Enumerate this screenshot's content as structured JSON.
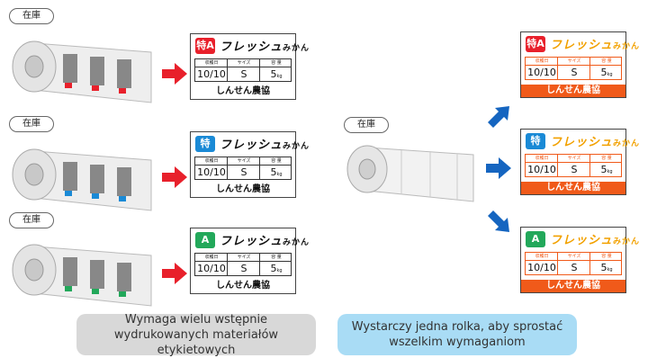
{
  "stock_label": "在庫",
  "brand_text": "フレッシュ",
  "brand_suffix": "みかん",
  "field_headers": {
    "harvest": "収穫日",
    "size": "サイズ",
    "capacity": "容 量"
  },
  "field_values": {
    "harvest": "10/10",
    "size": "S",
    "capacity": "5",
    "unit": "kg"
  },
  "coop_name": "しんせん農協",
  "grades": [
    {
      "badge": "特A",
      "color": "#e8202b"
    },
    {
      "badge": "特",
      "color": "#1a8ad6"
    },
    {
      "badge": "A",
      "color": "#22a85a"
    }
  ],
  "colors": {
    "arrow_red": "#e8202b",
    "arrow_blue": "#1565c0",
    "brand_orange": "#f2a100",
    "coop_orange": "#f05a1a",
    "caption_gray": "#d8d8d8",
    "caption_blue": "#a9dcf5"
  },
  "left_caption": "Wymaga wielu wstępnie wydrukowanych materiałów etykietowych",
  "right_caption": "Wystarczy jedna rolka, aby sprostać wszelkim wymaganiom"
}
